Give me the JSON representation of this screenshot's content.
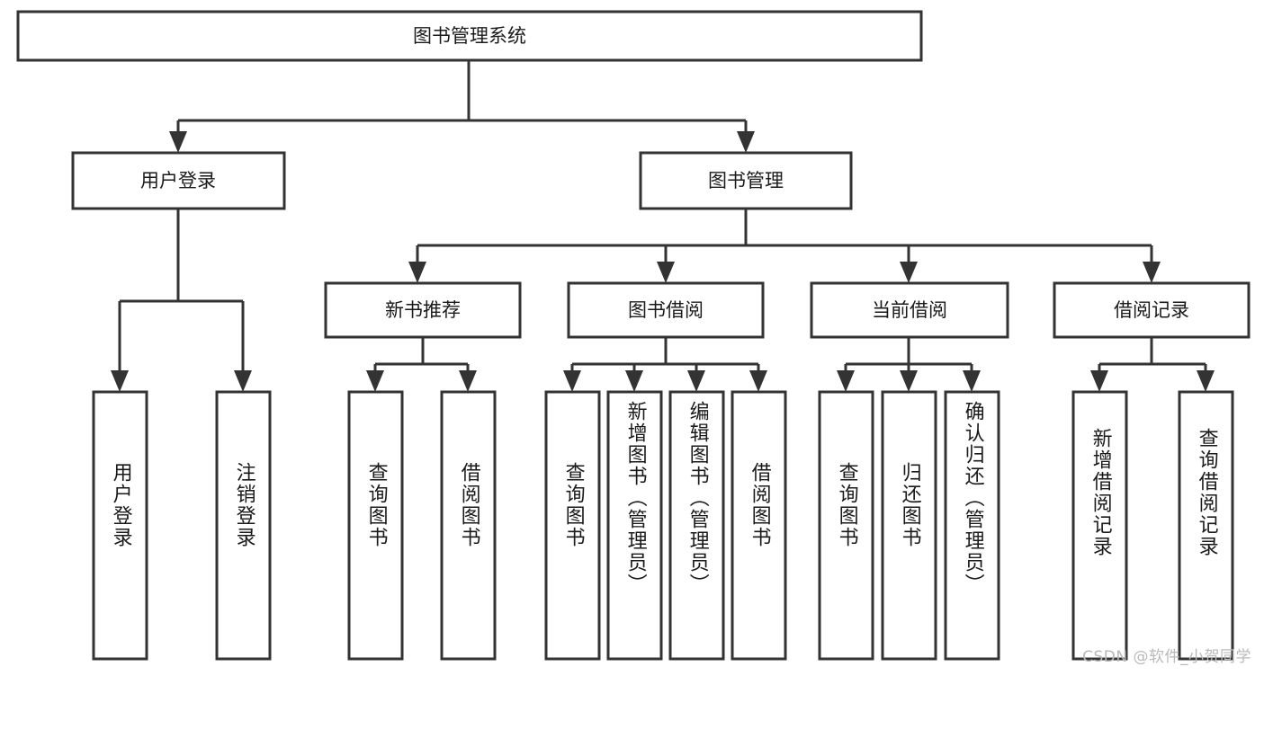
{
  "diagram": {
    "title": "图书管理系统",
    "watermark": "CSDN @软件_小贺同学",
    "colors": {
      "stroke": "#333333",
      "fill": "#ffffff",
      "text": "#1a1a1a",
      "watermark": "#b9b9b9"
    },
    "root": {
      "id": "root",
      "label": "图书管理系统"
    },
    "level2": [
      {
        "id": "user-login",
        "label": "用户登录"
      },
      {
        "id": "book-manage",
        "label": "图书管理"
      }
    ],
    "level3": [
      {
        "id": "new-book-rec",
        "label": "新书推荐"
      },
      {
        "id": "book-borrow",
        "label": "图书借阅"
      },
      {
        "id": "current-borrow",
        "label": "当前借阅"
      },
      {
        "id": "borrow-record",
        "label": "借阅记录"
      }
    ],
    "leaves": {
      "user-login": [
        {
          "id": "leaf-user-login",
          "label": "用户登录"
        },
        {
          "id": "leaf-logout",
          "label": "注销登录"
        }
      ],
      "new-book-rec": [
        {
          "id": "leaf-query-book-1",
          "label": "查询图书"
        },
        {
          "id": "leaf-borrow-book-1",
          "label": "借阅图书"
        }
      ],
      "book-borrow": [
        {
          "id": "leaf-query-book-2",
          "label": "查询图书"
        },
        {
          "id": "leaf-add-book",
          "label": "新增图书（管理员）"
        },
        {
          "id": "leaf-edit-book",
          "label": "编辑图书（管理员）"
        },
        {
          "id": "leaf-borrow-book-2",
          "label": "借阅图书"
        }
      ],
      "current-borrow": [
        {
          "id": "leaf-query-book-3",
          "label": "查询图书"
        },
        {
          "id": "leaf-return-book",
          "label": "归还图书"
        },
        {
          "id": "leaf-confirm-return",
          "label": "确认归还（管理员）"
        }
      ],
      "borrow-record": [
        {
          "id": "leaf-add-record",
          "label": "新增借阅记录"
        },
        {
          "id": "leaf-query-record",
          "label": "查询借阅记录"
        }
      ]
    }
  }
}
